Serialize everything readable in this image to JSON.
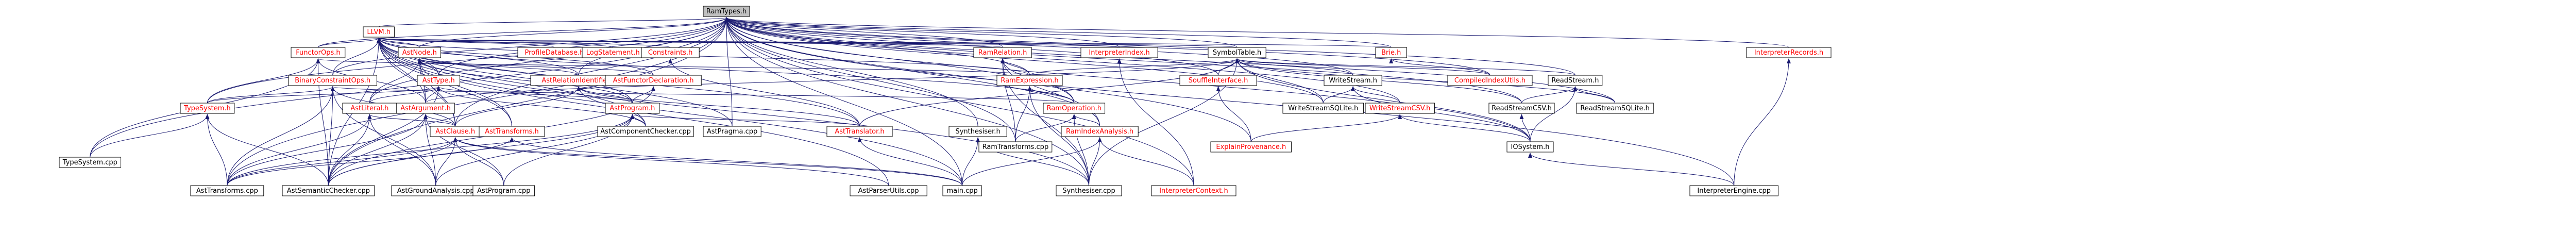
{
  "graph": {
    "style": {
      "edge_color": "#191970",
      "node_fill": "#ffffff",
      "root_fill": "#bfbfbf",
      "link_text": "#000000",
      "external_text": "#ff0000"
    },
    "nodes": [
      {
        "id": "RamTypes",
        "label": "RamTypes.h",
        "kind": "root"
      },
      {
        "id": "LLVM",
        "label": "LLVM.h",
        "kind": "external"
      },
      {
        "id": "FunctorOps",
        "label": "FunctorOps.h",
        "kind": "external"
      },
      {
        "id": "AstNode",
        "label": "AstNode.h",
        "kind": "external"
      },
      {
        "id": "ProfileDatabase",
        "label": "ProfileDatabase.h",
        "kind": "external"
      },
      {
        "id": "LogStatement",
        "label": "LogStatement.h",
        "kind": "external"
      },
      {
        "id": "Constraints",
        "label": "Constraints.h",
        "kind": "external"
      },
      {
        "id": "RamRelation",
        "label": "RamRelation.h",
        "kind": "external"
      },
      {
        "id": "InterpreterIndex",
        "label": "InterpreterIndex.h",
        "kind": "external"
      },
      {
        "id": "SymbolTable",
        "label": "SymbolTable.h",
        "kind": "link"
      },
      {
        "id": "Brie",
        "label": "Brie.h",
        "kind": "external"
      },
      {
        "id": "InterpreterRecords",
        "label": "InterpreterRecords.h",
        "kind": "external"
      },
      {
        "id": "BinaryConstraintOps",
        "label": "BinaryConstraintOps.h",
        "kind": "external"
      },
      {
        "id": "AstType",
        "label": "AstType.h",
        "kind": "external"
      },
      {
        "id": "AstRelationIdentifier",
        "label": "AstRelationIdentifier.h",
        "kind": "external"
      },
      {
        "id": "AstFunctorDeclaration",
        "label": "AstFunctorDeclaration.h",
        "kind": "external"
      },
      {
        "id": "RamExpression",
        "label": "RamExpression.h",
        "kind": "external"
      },
      {
        "id": "SouffleInterface",
        "label": "SouffleInterface.h",
        "kind": "external"
      },
      {
        "id": "WriteStream",
        "label": "WriteStream.h",
        "kind": "link"
      },
      {
        "id": "CompiledIndexUtils",
        "label": "CompiledIndexUtils.h",
        "kind": "external"
      },
      {
        "id": "ReadStream",
        "label": "ReadStream.h",
        "kind": "link"
      },
      {
        "id": "TypeSystem",
        "label": "TypeSystem.h",
        "kind": "external"
      },
      {
        "id": "AstLiteral",
        "label": "AstLiteral.h",
        "kind": "external"
      },
      {
        "id": "AstArgument",
        "label": "AstArgument.h",
        "kind": "external"
      },
      {
        "id": "AstProgram",
        "label": "AstProgram.h",
        "kind": "external"
      },
      {
        "id": "RamOperation",
        "label": "RamOperation.h",
        "kind": "external"
      },
      {
        "id": "WriteStreamSQLite",
        "label": "WriteStreamSQLite.h",
        "kind": "link"
      },
      {
        "id": "WriteStreamCSV",
        "label": "WriteStreamCSV.h",
        "kind": "external"
      },
      {
        "id": "ReadStreamCSV",
        "label": "ReadStreamCSV.h",
        "kind": "link"
      },
      {
        "id": "ReadStreamSQLite",
        "label": "ReadStreamSQLite.h",
        "kind": "link"
      },
      {
        "id": "AstClause",
        "label": "AstClause.h",
        "kind": "external"
      },
      {
        "id": "AstTransforms_h",
        "label": "AstTransforms.h",
        "kind": "external"
      },
      {
        "id": "AstComponentChecker",
        "label": "AstComponentChecker.cpp",
        "kind": "link"
      },
      {
        "id": "AstPragma",
        "label": "AstPragma.cpp",
        "kind": "link"
      },
      {
        "id": "AstTranslator_h",
        "label": "AstTranslator.h",
        "kind": "external"
      },
      {
        "id": "Synthesiser_h",
        "label": "Synthesiser.h",
        "kind": "link"
      },
      {
        "id": "RamTransforms",
        "label": "RamTransforms.cpp",
        "kind": "link"
      },
      {
        "id": "RamIndexAnalysis",
        "label": "RamIndexAnalysis.h",
        "kind": "external"
      },
      {
        "id": "ExplainProvenance",
        "label": "ExplainProvenance.h",
        "kind": "external"
      },
      {
        "id": "IOSystem",
        "label": "IOSystem.h",
        "kind": "link"
      },
      {
        "id": "TypeSystem_cpp",
        "label": "TypeSystem.cpp",
        "kind": "link"
      },
      {
        "id": "AstTransforms_cpp",
        "label": "AstTransforms.cpp",
        "kind": "link"
      },
      {
        "id": "AstSemanticChecker",
        "label": "AstSemanticChecker.cpp",
        "kind": "link"
      },
      {
        "id": "AstGroundAnalysis",
        "label": "AstGroundAnalysis.cpp",
        "kind": "link"
      },
      {
        "id": "AstProgram_cpp",
        "label": "AstProgram.cpp",
        "kind": "link"
      },
      {
        "id": "AstParserUtils",
        "label": "AstParserUtils.cpp",
        "kind": "link"
      },
      {
        "id": "main",
        "label": "main.cpp",
        "kind": "link"
      },
      {
        "id": "Synthesiser_cpp",
        "label": "Synthesiser.cpp",
        "kind": "link"
      },
      {
        "id": "InterpreterContext",
        "label": "InterpreterContext.h",
        "kind": "external"
      },
      {
        "id": "InterpreterEngine",
        "label": "InterpreterEngine.cpp",
        "kind": "link"
      }
    ],
    "edges": [
      [
        "RamTypes",
        "LLVM"
      ],
      [
        "RamTypes",
        "FunctorOps"
      ],
      [
        "RamTypes",
        "AstNode"
      ],
      [
        "RamTypes",
        "RamRelation"
      ],
      [
        "RamTypes",
        "InterpreterIndex"
      ],
      [
        "RamTypes",
        "SymbolTable"
      ],
      [
        "RamTypes",
        "Brie"
      ],
      [
        "RamTypes",
        "InterpreterRecords"
      ],
      [
        "RamTypes",
        "BinaryConstraintOps"
      ],
      [
        "RamTypes",
        "AstType"
      ],
      [
        "RamTypes",
        "AstRelationIdentifier"
      ],
      [
        "RamTypes",
        "RamExpression"
      ],
      [
        "RamTypes",
        "SouffleInterface"
      ],
      [
        "RamTypes",
        "WriteStream"
      ],
      [
        "RamTypes",
        "CompiledIndexUtils"
      ],
      [
        "RamTypes",
        "ReadStream"
      ],
      [
        "RamTypes",
        "TypeSystem"
      ],
      [
        "RamTypes",
        "AstLiteral"
      ],
      [
        "RamTypes",
        "RamOperation"
      ],
      [
        "RamTypes",
        "WriteStreamSQLite"
      ],
      [
        "RamTypes",
        "WriteStreamCSV"
      ],
      [
        "RamTypes",
        "ReadStreamCSV"
      ],
      [
        "RamTypes",
        "ReadStreamSQLite"
      ],
      [
        "RamTypes",
        "AstClause"
      ],
      [
        "RamTypes",
        "AstPragma"
      ],
      [
        "RamTypes",
        "Synthesiser_h"
      ],
      [
        "RamTypes",
        "RamTransforms"
      ],
      [
        "RamTypes",
        "RamIndexAnalysis"
      ],
      [
        "RamTypes",
        "ExplainProvenance"
      ],
      [
        "RamTypes",
        "IOSystem"
      ],
      [
        "RamTypes",
        "TypeSystem_cpp"
      ],
      [
        "RamTypes",
        "AstTransforms_cpp"
      ],
      [
        "RamTypes",
        "AstSemanticChecker"
      ],
      [
        "RamTypes",
        "main"
      ],
      [
        "RamTypes",
        "Synthesiser_cpp"
      ],
      [
        "RamTypes",
        "InterpreterContext"
      ],
      [
        "RamTypes",
        "InterpreterEngine"
      ],
      [
        "LLVM",
        "FunctorOps"
      ],
      [
        "LLVM",
        "AstNode"
      ],
      [
        "LLVM",
        "ProfileDatabase"
      ],
      [
        "LLVM",
        "LogStatement"
      ],
      [
        "LLVM",
        "Constraints"
      ],
      [
        "LLVM",
        "RamRelation"
      ],
      [
        "LLVM",
        "InterpreterIndex"
      ],
      [
        "LLVM",
        "SymbolTable"
      ],
      [
        "LLVM",
        "Brie"
      ],
      [
        "LLVM",
        "BinaryConstraintOps"
      ],
      [
        "LLVM",
        "AstType"
      ],
      [
        "LLVM",
        "AstRelationIdentifier"
      ],
      [
        "LLVM",
        "AstFunctorDeclaration"
      ],
      [
        "LLVM",
        "RamExpression"
      ],
      [
        "LLVM",
        "AstArgument"
      ],
      [
        "LLVM",
        "AstProgram"
      ],
      [
        "LLVM",
        "RamOperation"
      ],
      [
        "LLVM",
        "AstClause"
      ],
      [
        "LLVM",
        "AstTransforms_h"
      ],
      [
        "LLVM",
        "AstComponentChecker"
      ],
      [
        "LLVM",
        "AstPragma"
      ],
      [
        "LLVM",
        "AstTranslator_h"
      ],
      [
        "LLVM",
        "main"
      ],
      [
        "LLVM",
        "Synthesiser_cpp"
      ],
      [
        "LLVM",
        "AstParserUtils"
      ],
      [
        "LLVM",
        "AstSemanticChecker"
      ],
      [
        "FunctorOps",
        "TypeSystem"
      ],
      [
        "FunctorOps",
        "AstArgument"
      ],
      [
        "FunctorOps",
        "RamExpression"
      ],
      [
        "FunctorOps",
        "AstSemanticChecker"
      ],
      [
        "FunctorOps",
        "TypeSystem_cpp"
      ],
      [
        "AstNode",
        "AstType"
      ],
      [
        "AstNode",
        "AstLiteral"
      ],
      [
        "AstNode",
        "AstArgument"
      ],
      [
        "AstNode",
        "AstClause"
      ],
      [
        "AstNode",
        "AstProgram"
      ],
      [
        "AstNode",
        "AstFunctorDeclaration"
      ],
      [
        "AstNode",
        "AstRelationIdentifier"
      ],
      [
        "AstNode",
        "AstTransforms_h"
      ],
      [
        "Constraints",
        "AstTranslator_h"
      ],
      [
        "RamRelation",
        "RamExpression"
      ],
      [
        "RamRelation",
        "RamOperation"
      ],
      [
        "RamRelation",
        "RamIndexAnalysis"
      ],
      [
        "RamRelation",
        "RamTransforms"
      ],
      [
        "RamRelation",
        "Synthesiser_cpp"
      ],
      [
        "InterpreterIndex",
        "InterpreterContext"
      ],
      [
        "SymbolTable",
        "RamExpression"
      ],
      [
        "SymbolTable",
        "SouffleInterface"
      ],
      [
        "SymbolTable",
        "WriteStream"
      ],
      [
        "SymbolTable",
        "CompiledIndexUtils"
      ],
      [
        "SymbolTable",
        "ReadStream"
      ],
      [
        "SymbolTable",
        "WriteStreamSQLite"
      ],
      [
        "SymbolTable",
        "ReadStreamCSV"
      ],
      [
        "SymbolTable",
        "ReadStreamSQLite"
      ],
      [
        "SymbolTable",
        "AstArgument"
      ],
      [
        "SymbolTable",
        "AstTranslator_h"
      ],
      [
        "SymbolTable",
        "Synthesiser_cpp"
      ],
      [
        "SymbolTable",
        "IOSystem"
      ],
      [
        "Brie",
        "CompiledIndexUtils"
      ],
      [
        "InterpreterRecords",
        "InterpreterEngine"
      ],
      [
        "BinaryConstraintOps",
        "TypeSystem"
      ],
      [
        "BinaryConstraintOps",
        "AstClause"
      ],
      [
        "BinaryConstraintOps",
        "RamOperation"
      ],
      [
        "BinaryConstraintOps",
        "AstSemanticChecker"
      ],
      [
        "BinaryConstraintOps",
        "AstTransforms_cpp"
      ],
      [
        "BinaryConstraintOps",
        "AstGroundAnalysis"
      ],
      [
        "AstType",
        "TypeSystem"
      ],
      [
        "AstType",
        "AstLiteral"
      ],
      [
        "AstType",
        "AstArgument"
      ],
      [
        "AstType",
        "AstProgram"
      ],
      [
        "AstType",
        "AstComponentChecker"
      ],
      [
        "AstType",
        "AstSemanticChecker"
      ],
      [
        "AstRelationIdentifier",
        "AstProgram"
      ],
      [
        "AstRelationIdentifier",
        "AstClause"
      ],
      [
        "AstRelationIdentifier",
        "AstComponentChecker"
      ],
      [
        "AstRelationIdentifier",
        "AstTranslator_h"
      ],
      [
        "AstFunctorDeclaration",
        "AstProgram"
      ],
      [
        "AstFunctorDeclaration",
        "AstSemanticChecker"
      ],
      [
        "RamExpression",
        "RamOperation"
      ],
      [
        "RamExpression",
        "RamTransforms"
      ],
      [
        "RamExpression",
        "Synthesiser_cpp"
      ],
      [
        "SouffleInterface",
        "ExplainProvenance"
      ],
      [
        "WriteStream",
        "WriteStreamSQLite"
      ],
      [
        "WriteStream",
        "WriteStreamCSV"
      ],
      [
        "WriteStream",
        "IOSystem"
      ],
      [
        "ReadStream",
        "ReadStreamCSV"
      ],
      [
        "ReadStream",
        "ReadStreamSQLite"
      ],
      [
        "ReadStream",
        "IOSystem"
      ],
      [
        "TypeSystem",
        "TypeSystem_cpp"
      ],
      [
        "TypeSystem",
        "AstTransforms_cpp"
      ],
      [
        "TypeSystem",
        "AstSemanticChecker"
      ],
      [
        "AstLiteral",
        "AstClause"
      ],
      [
        "AstLiteral",
        "AstTransforms_cpp"
      ],
      [
        "AstLiteral",
        "AstSemanticChecker"
      ],
      [
        "AstLiteral",
        "AstGroundAnalysis"
      ],
      [
        "AstArgument",
        "AstClause"
      ],
      [
        "AstArgument",
        "AstTransforms_cpp"
      ],
      [
        "AstArgument",
        "AstSemanticChecker"
      ],
      [
        "AstArgument",
        "AstGroundAnalysis"
      ],
      [
        "AstArgument",
        "AstProgram_cpp"
      ],
      [
        "AstProgram",
        "AstComponentChecker"
      ],
      [
        "AstProgram",
        "AstTransforms_cpp"
      ],
      [
        "AstProgram",
        "AstSemanticChecker"
      ],
      [
        "AstProgram",
        "AstGroundAnalysis"
      ],
      [
        "AstProgram",
        "AstProgram_cpp"
      ],
      [
        "AstProgram",
        "AstTranslator_h"
      ],
      [
        "RamOperation",
        "RamTransforms"
      ],
      [
        "RamOperation",
        "RamIndexAnalysis"
      ],
      [
        "RamOperation",
        "Synthesiser_cpp"
      ],
      [
        "WriteStreamCSV",
        "ExplainProvenance"
      ],
      [
        "WriteStreamCSV",
        "IOSystem"
      ],
      [
        "ReadStreamCSV",
        "IOSystem"
      ],
      [
        "AstClause",
        "AstTransforms_cpp"
      ],
      [
        "AstClause",
        "AstSemanticChecker"
      ],
      [
        "AstClause",
        "AstGroundAnalysis"
      ],
      [
        "AstClause",
        "AstProgram_cpp"
      ],
      [
        "AstClause",
        "main"
      ],
      [
        "AstClause",
        "AstParserUtils"
      ],
      [
        "AstTransforms_h",
        "AstTransforms_cpp"
      ],
      [
        "AstTransforms_h",
        "main"
      ],
      [
        "AstTranslator_h",
        "main"
      ],
      [
        "Synthesiser_h",
        "main"
      ],
      [
        "Synthesiser_h",
        "Synthesiser_cpp"
      ],
      [
        "RamIndexAnalysis",
        "Synthesiser_cpp"
      ],
      [
        "RamIndexAnalysis",
        "InterpreterContext"
      ],
      [
        "RamIndexAnalysis",
        "main"
      ],
      [
        "IOSystem",
        "InterpreterEngine"
      ]
    ]
  }
}
